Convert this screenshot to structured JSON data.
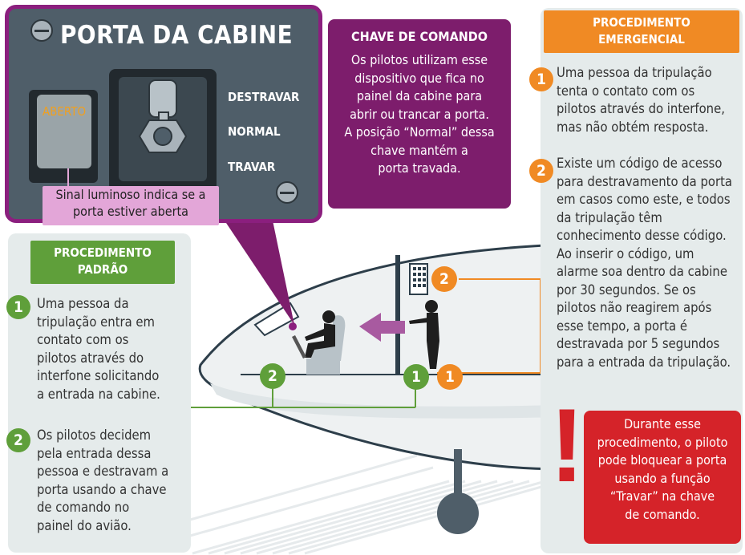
{
  "door_panel": {
    "title": "PORTA DA CABINE",
    "indicator_label": "ABERTO",
    "switch_positions": [
      "DESTRAVAR",
      "NORMAL",
      "TRAVAR"
    ],
    "signal_note": "Sinal luminoso indica se a porta estiver aberta"
  },
  "command_key": {
    "title": "CHAVE DE COMANDO",
    "lines": [
      "Os pilotos utilizam esse",
      "dispositivo que fica no",
      "painel da cabine para",
      "abrir ou trancar a porta.",
      "A posição “Normal” dessa",
      "chave mantém a",
      "porta travada."
    ]
  },
  "standard_procedure": {
    "title_lines": [
      "PROCEDIMENTO",
      "PADRÃO"
    ],
    "steps": [
      {
        "number": "1",
        "lines": [
          "Uma pessoa da",
          "tripulação entra em",
          "contato com os",
          "pilotos através do",
          "interfone solicitando",
          "a entrada na cabine."
        ]
      },
      {
        "number": "2",
        "lines": [
          "Os pilotos decidem",
          "pela entrada dessa",
          "pessoa e destravam a",
          "porta usando a chave",
          "de comando no",
          "painel do avião."
        ]
      }
    ]
  },
  "emergency_procedure": {
    "title_lines": [
      "PROCEDIMENTO",
      "EMERGENCIAL"
    ],
    "steps": [
      {
        "number": "1",
        "lines": [
          "Uma pessoa da tripulação",
          "tenta o contato com os",
          "pilotos através do interfone,",
          "mas não obtém resposta."
        ]
      },
      {
        "number": "2",
        "lines": [
          "Existe um código de acesso",
          "para destravamento da porta",
          "em casos como este, e todos",
          "da tripulação têm",
          "conhecimento desse código.",
          "Ao inserir o código, um",
          "alarme soa dentro da cabine",
          "por 30 segundos. Se os",
          "pilotos não reagirem após",
          "esse tempo, a porta é",
          "destravada por 5 segundos",
          "para a entrada da tripulação."
        ]
      }
    ],
    "warning_symbol": "!",
    "warning_lines": [
      "Durante esse",
      "procedimento, o piloto",
      "pode bloquear a porta",
      "usando a função",
      "“Travar” na chave",
      "de comando."
    ]
  },
  "diagram_markers": {
    "green_2": "2",
    "green_1": "1",
    "orange_1": "1",
    "orange_2": "2"
  },
  "colors": {
    "purple": "#7d1d6c",
    "green": "#5f9f3a",
    "orange": "#f08a24",
    "red": "#d52329",
    "panel": "#4f5e69"
  }
}
